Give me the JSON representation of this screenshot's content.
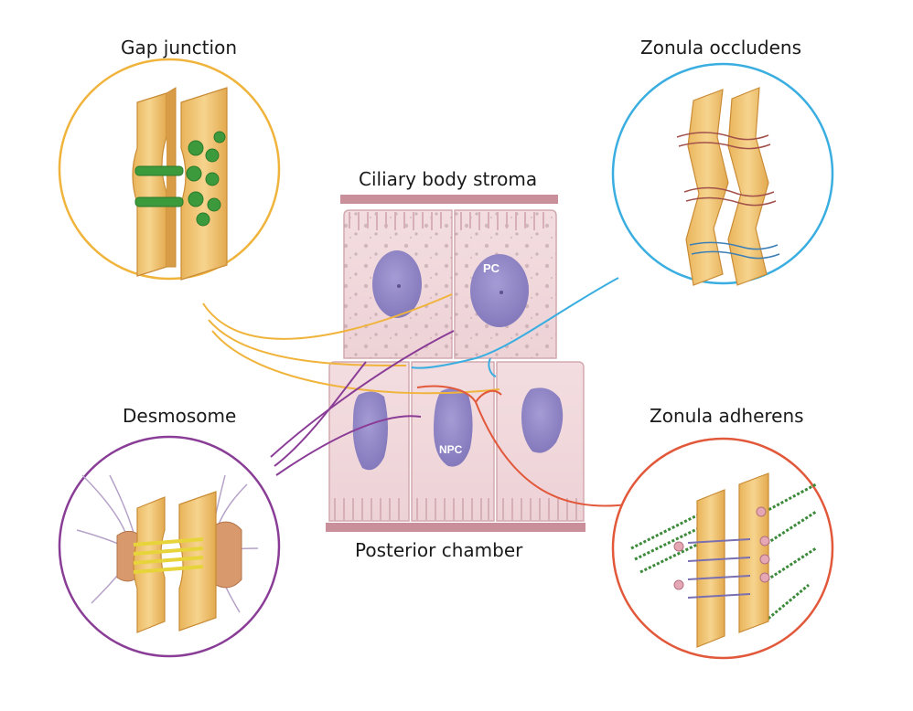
{
  "labels": {
    "gap_junction": "Gap junction",
    "zonula_occludens": "Zonula occludens",
    "desmosome": "Desmosome",
    "zonula_adherens": "Zonula adherens",
    "ciliary_body_stroma": "Ciliary body stroma",
    "posterior_chamber": "Posterior chamber",
    "pc": "PC",
    "npc": "NPC"
  },
  "colors": {
    "gap_junction": "#f0b43c",
    "zonula_occludens": "#3aaee0",
    "desmosome": "#8a3d96",
    "zonula_adherens": "#e2583a",
    "cell_fill": "#f1d9dc",
    "nucleus": "#8e83c4",
    "membrane_slab": "#f2c77a",
    "connexon": "#3c9a3c"
  }
}
